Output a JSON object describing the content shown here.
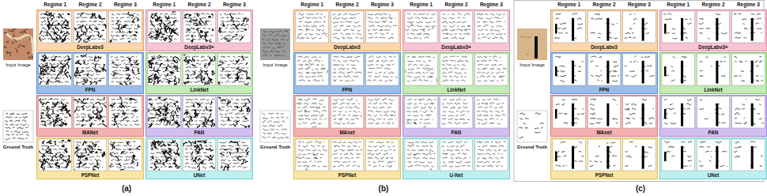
{
  "diagram": {
    "nodes": [
      {
        "text": [
          "DeepLabv3"
        ]
      },
      {
        "text": [
          "DeepLabv3+"
        ]
      },
      {
        "text": [
          "FPN"
        ]
      },
      {
        "text": [
          "LinkNet"
        ]
      },
      {
        "text": [
          "MANet"
        ]
      },
      {
        "text": [
          "PAN"
        ]
      },
      {
        "text": [
          "PSPNet"
        ]
      },
      {
        "text": [
          "UNet"
        ]
      },
      {
        "text": [
          "DeepLabv3"
        ]
      },
      {
        "text": [
          "DeepLabv3+"
        ]
      },
      {
        "text": [
          "FPN"
        ]
      },
      {
        "text": [
          "LinkNet"
        ]
      },
      {
        "text": [
          "MAnet"
        ]
      },
      {
        "text": [
          "PAN"
        ]
      },
      {
        "text": [
          "PSPNet"
        ]
      },
      {
        "text": [
          "U-Net"
        ]
      },
      {
        "text": [
          "DeepLabv3"
        ]
      },
      {
        "text": [
          "DeepLabv3+"
        ]
      },
      {
        "text": [
          "FPN"
        ]
      },
      {
        "text": [
          "LinkNet"
        ]
      },
      {
        "text": [
          "MAnet"
        ]
      },
      {
        "text": [
          "PAN"
        ]
      },
      {
        "text": [
          "PSPNet"
        ]
      },
      {
        "text": [
          "UNet"
        ]
      }
    ],
    "labels": [
      "Regime 1",
      "Regime 2",
      "Regime 3",
      "Regime 1",
      "Regime 2",
      "Regime 3",
      "Input Image",
      "Ground Truth",
      "(a)",
      "Regime 1",
      "Regime 2",
      "Regime 3",
      "Regime 1",
      "Regime 2",
      "Regime 3",
      "Input Image",
      "Ground Truth",
      "(b)",
      "Regime 1",
      "Regime 2",
      "Regime 3",
      "Regime 1",
      "Regime 2",
      "Regime 3",
      "Input Image",
      "Ground Truth",
      "(c)"
    ]
  }
}
